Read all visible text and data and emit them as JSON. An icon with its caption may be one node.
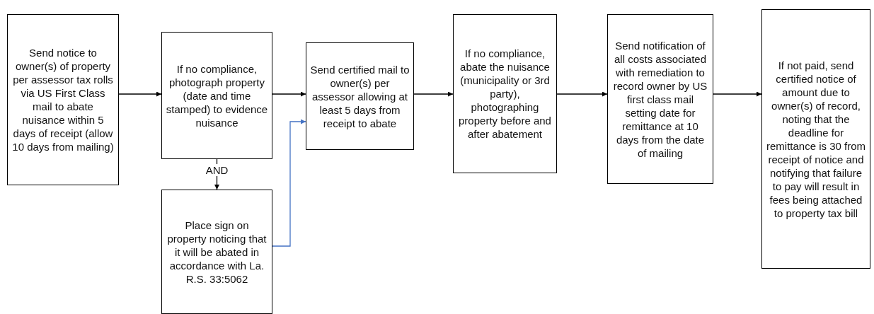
{
  "diagram": {
    "nodes": [
      {
        "text": [
          "Send notice to owner(s) of property per assessor tax rolls via US First Class mail to abate nuisance within 5 days of receipt (allow 10 days from mailing)"
        ]
      },
      {
        "text": [
          "If no compliance, photograph property (date and time stamped) to evidence nuisance"
        ]
      },
      {
        "text": [
          "Place sign on property noticing that it will be abated in accordance with La. R.S. 33:5062"
        ]
      },
      {
        "text": [
          "Send certified mail to owner(s) per assessor allowing at least 5 days from receipt to abate"
        ]
      },
      {
        "text": [
          "If no compliance, abate the nuisance (municipality or 3rd party), photographing property before and after abatement"
        ]
      },
      {
        "text": [
          "Send notification of all costs associated with remediation to record owner by US first class mail setting date for remittance at 10 days from the date of mailing"
        ]
      },
      {
        "text": [
          "If not paid, send certified notice of amount due to owner(s) of record, noting that the deadline for remittance is 30 from receipt of notice and notifying that failure to pay will result in fees being attached to property tax bill"
        ]
      }
    ],
    "edges": [
      {
        "from": 0,
        "to": 1,
        "arrow": "to"
      },
      {
        "from": 1,
        "to": 2,
        "arrow": "to",
        "label": "AND"
      },
      {
        "from": 1,
        "to": 3,
        "arrow": "to"
      },
      {
        "from": 2,
        "to": 3,
        "arrow": "to",
        "color": "#4472c4"
      },
      {
        "from": 3,
        "to": 4,
        "arrow": "to"
      },
      {
        "from": 4,
        "to": 5,
        "arrow": "to"
      },
      {
        "from": 5,
        "to": 6,
        "arrow": "to"
      }
    ]
  }
}
